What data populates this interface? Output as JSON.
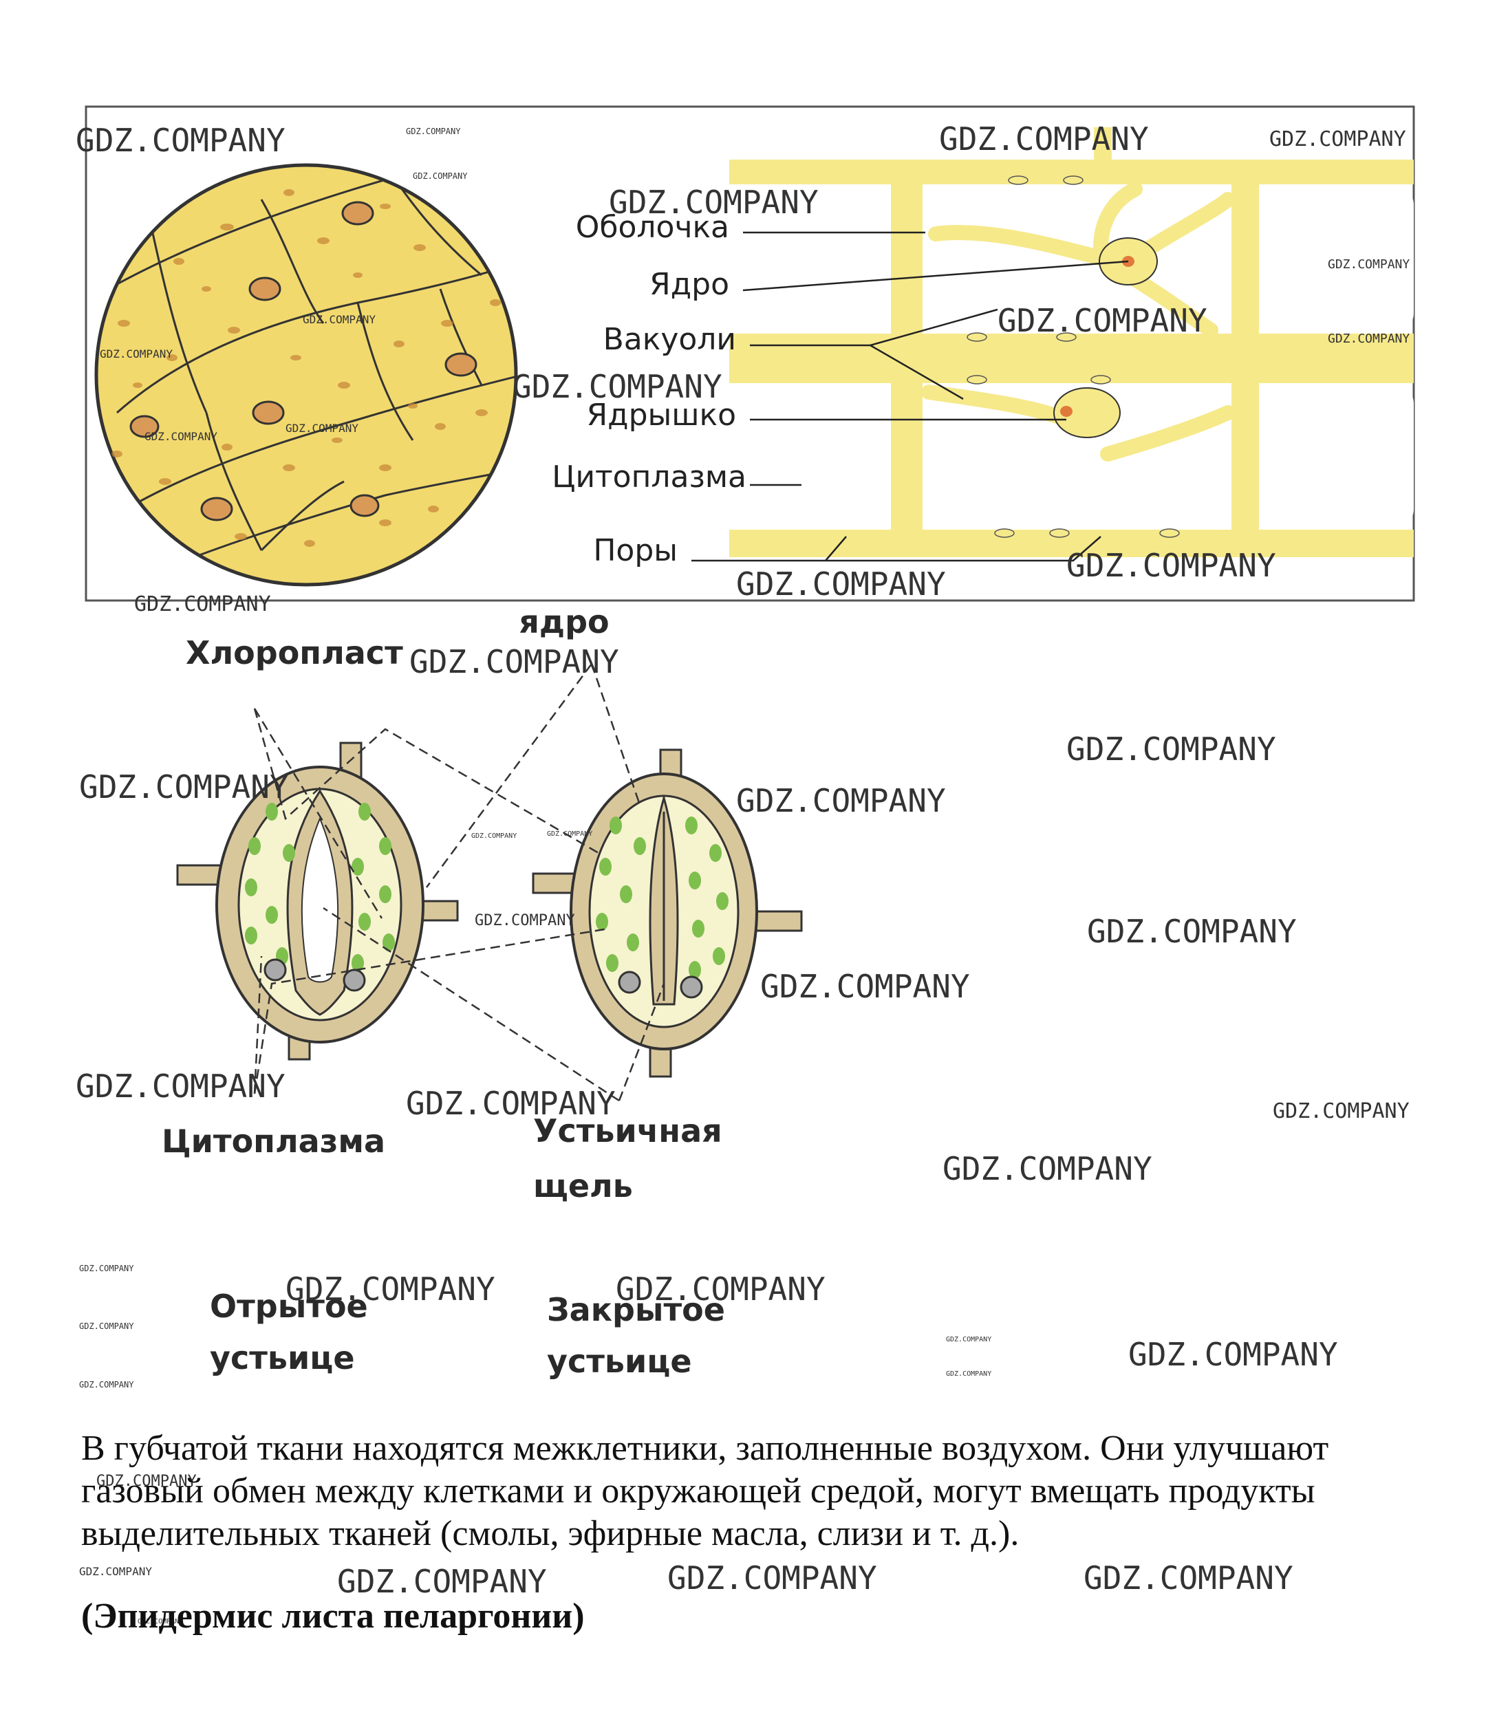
{
  "cell_diagram": {
    "labels": [
      "Оболочка",
      "Ядро",
      "Вакуоли",
      "Ядрышко",
      "Цитоплазма",
      "Поры"
    ]
  },
  "stomata_diagram": {
    "label_nucleus": "ядро",
    "label_chloroplast": "Хлоропласт",
    "label_cytoplasm": "Цитоплазма",
    "label_slit_line1": "Устьичная",
    "label_slit_line2": "щель",
    "caption_open_line1": "Отрытое",
    "caption_open_line2": "устьице",
    "caption_closed_line1": "Закрытое",
    "caption_closed_line2": "устьице"
  },
  "watermark": "GDZ.COMPANY",
  "text": {
    "paragraph": "В губчатой ткани находятся межклетники, заполненные воздухом. Они улучшают газовый обмен между клетками и окружающей средой, могут вмещать продукты выделительных тканей (смолы, эфирные масла, слизи и т. д.).",
    "caption": "(Эпидермис листа пеларгонии)"
  },
  "colors": {
    "cell_fill": "#f3dc7a",
    "cell_wall": "#f5e88a",
    "guard_cell_wall": "#d9c79c",
    "guard_cell_fill": "#f6f3cf",
    "chloroplast": "#7fbf4d"
  }
}
